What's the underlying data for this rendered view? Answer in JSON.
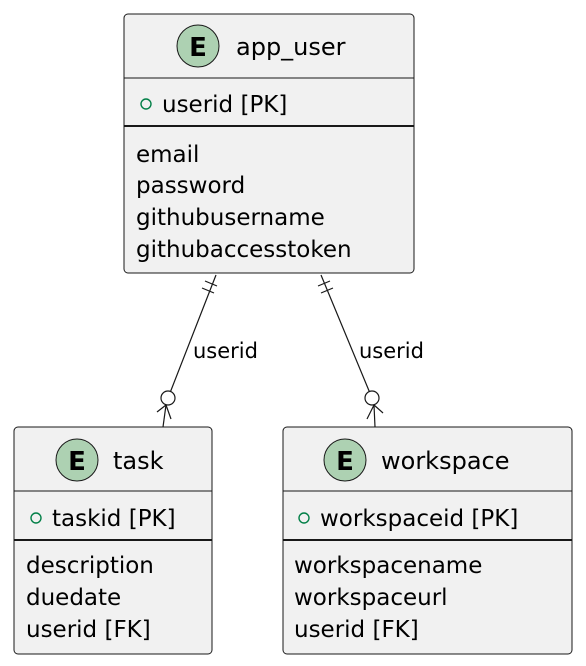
{
  "entities": {
    "app_user": {
      "badge": "E",
      "name": "app_user",
      "pk": "userid [PK]",
      "fields": [
        "email",
        "password",
        "githubusername",
        "githubaccesstoken"
      ]
    },
    "task": {
      "badge": "E",
      "name": "task",
      "pk": "taskid [PK]",
      "fields": [
        "description",
        "duedate",
        "userid [FK]"
      ]
    },
    "workspace": {
      "badge": "E",
      "name": "workspace",
      "pk": "workspaceid [PK]",
      "fields": [
        "workspacename",
        "workspaceurl",
        "userid [FK]"
      ]
    }
  },
  "relations": {
    "user_task": {
      "label": "userid",
      "from": "app_user",
      "to": "task",
      "from_card": "exactly-one",
      "to_card": "zero-or-many"
    },
    "user_workspace": {
      "label": "userid",
      "from": "app_user",
      "to": "workspace",
      "from_card": "exactly-one",
      "to_card": "zero-or-many"
    }
  },
  "colors": {
    "box_fill": "#f1f1f1",
    "border": "#181818",
    "badge_fill": "#add1b2",
    "pk_marker": "#038048"
  }
}
